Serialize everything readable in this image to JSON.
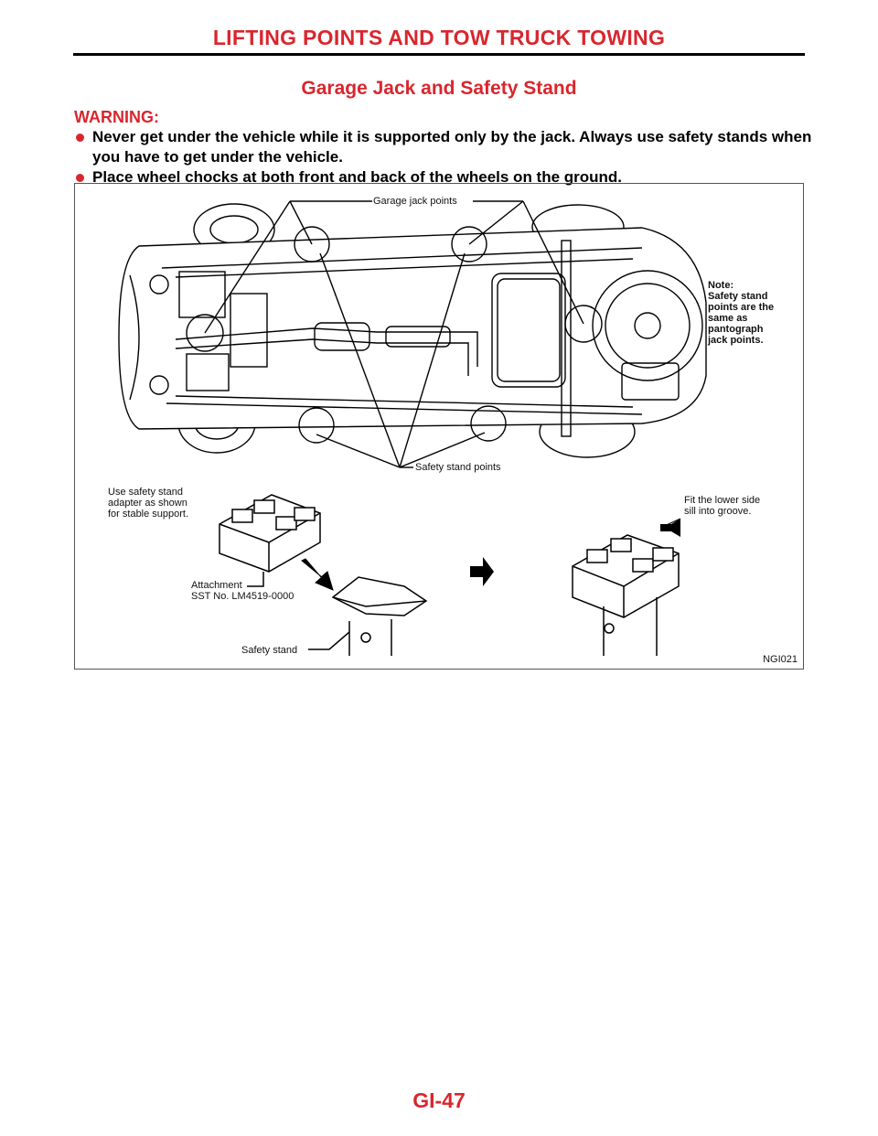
{
  "header": {
    "title": "LIFTING POINTS AND TOW TRUCK TOWING"
  },
  "section": {
    "title": "Garage Jack and Safety Stand"
  },
  "warning": {
    "label": "WARNING:",
    "items": [
      "Never get under the vehicle while it is supported only by the jack. Always use safety stands when you have to get under the vehicle.",
      "Place wheel chocks at both front and back of the wheels on the ground."
    ]
  },
  "figure": {
    "garage_jack_points": "Garage jack points",
    "note": "Note:\nSafety stand\npoints are the\nsame as\npantograph\njack points.",
    "safety_stand_points": "Safety stand points",
    "use_adapter": "Use safety stand\nadapter as shown\nfor stable support.",
    "fit_groove": "Fit the lower side\nsill into groove.",
    "attachment": "Attachment\nSST No. LM4519-0000",
    "safety_stand": "Safety stand",
    "code": "NGI021"
  },
  "footer": {
    "page": "GI-47"
  },
  "colors": {
    "accent": "#d9262e",
    "text": "#000000"
  }
}
